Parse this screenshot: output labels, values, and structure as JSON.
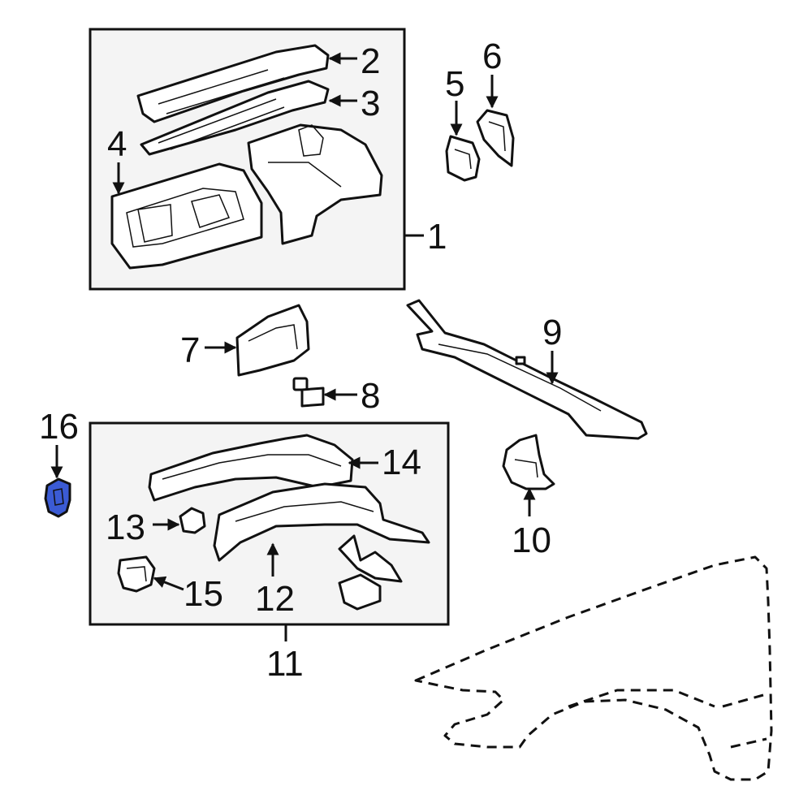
{
  "diagram": {
    "highlight_color": "#3b5bd4",
    "outline_color": "#111111",
    "panel_fill": "#f4f4f4",
    "callouts": {
      "c1": "1",
      "c2": "2",
      "c3": "3",
      "c4": "4",
      "c5": "5",
      "c6": "6",
      "c7": "7",
      "c8": "8",
      "c9": "9",
      "c10": "10",
      "c11": "11",
      "c12": "12",
      "c13": "13",
      "c14": "14",
      "c15": "15",
      "c16": "16"
    },
    "highlighted_part": "16"
  }
}
